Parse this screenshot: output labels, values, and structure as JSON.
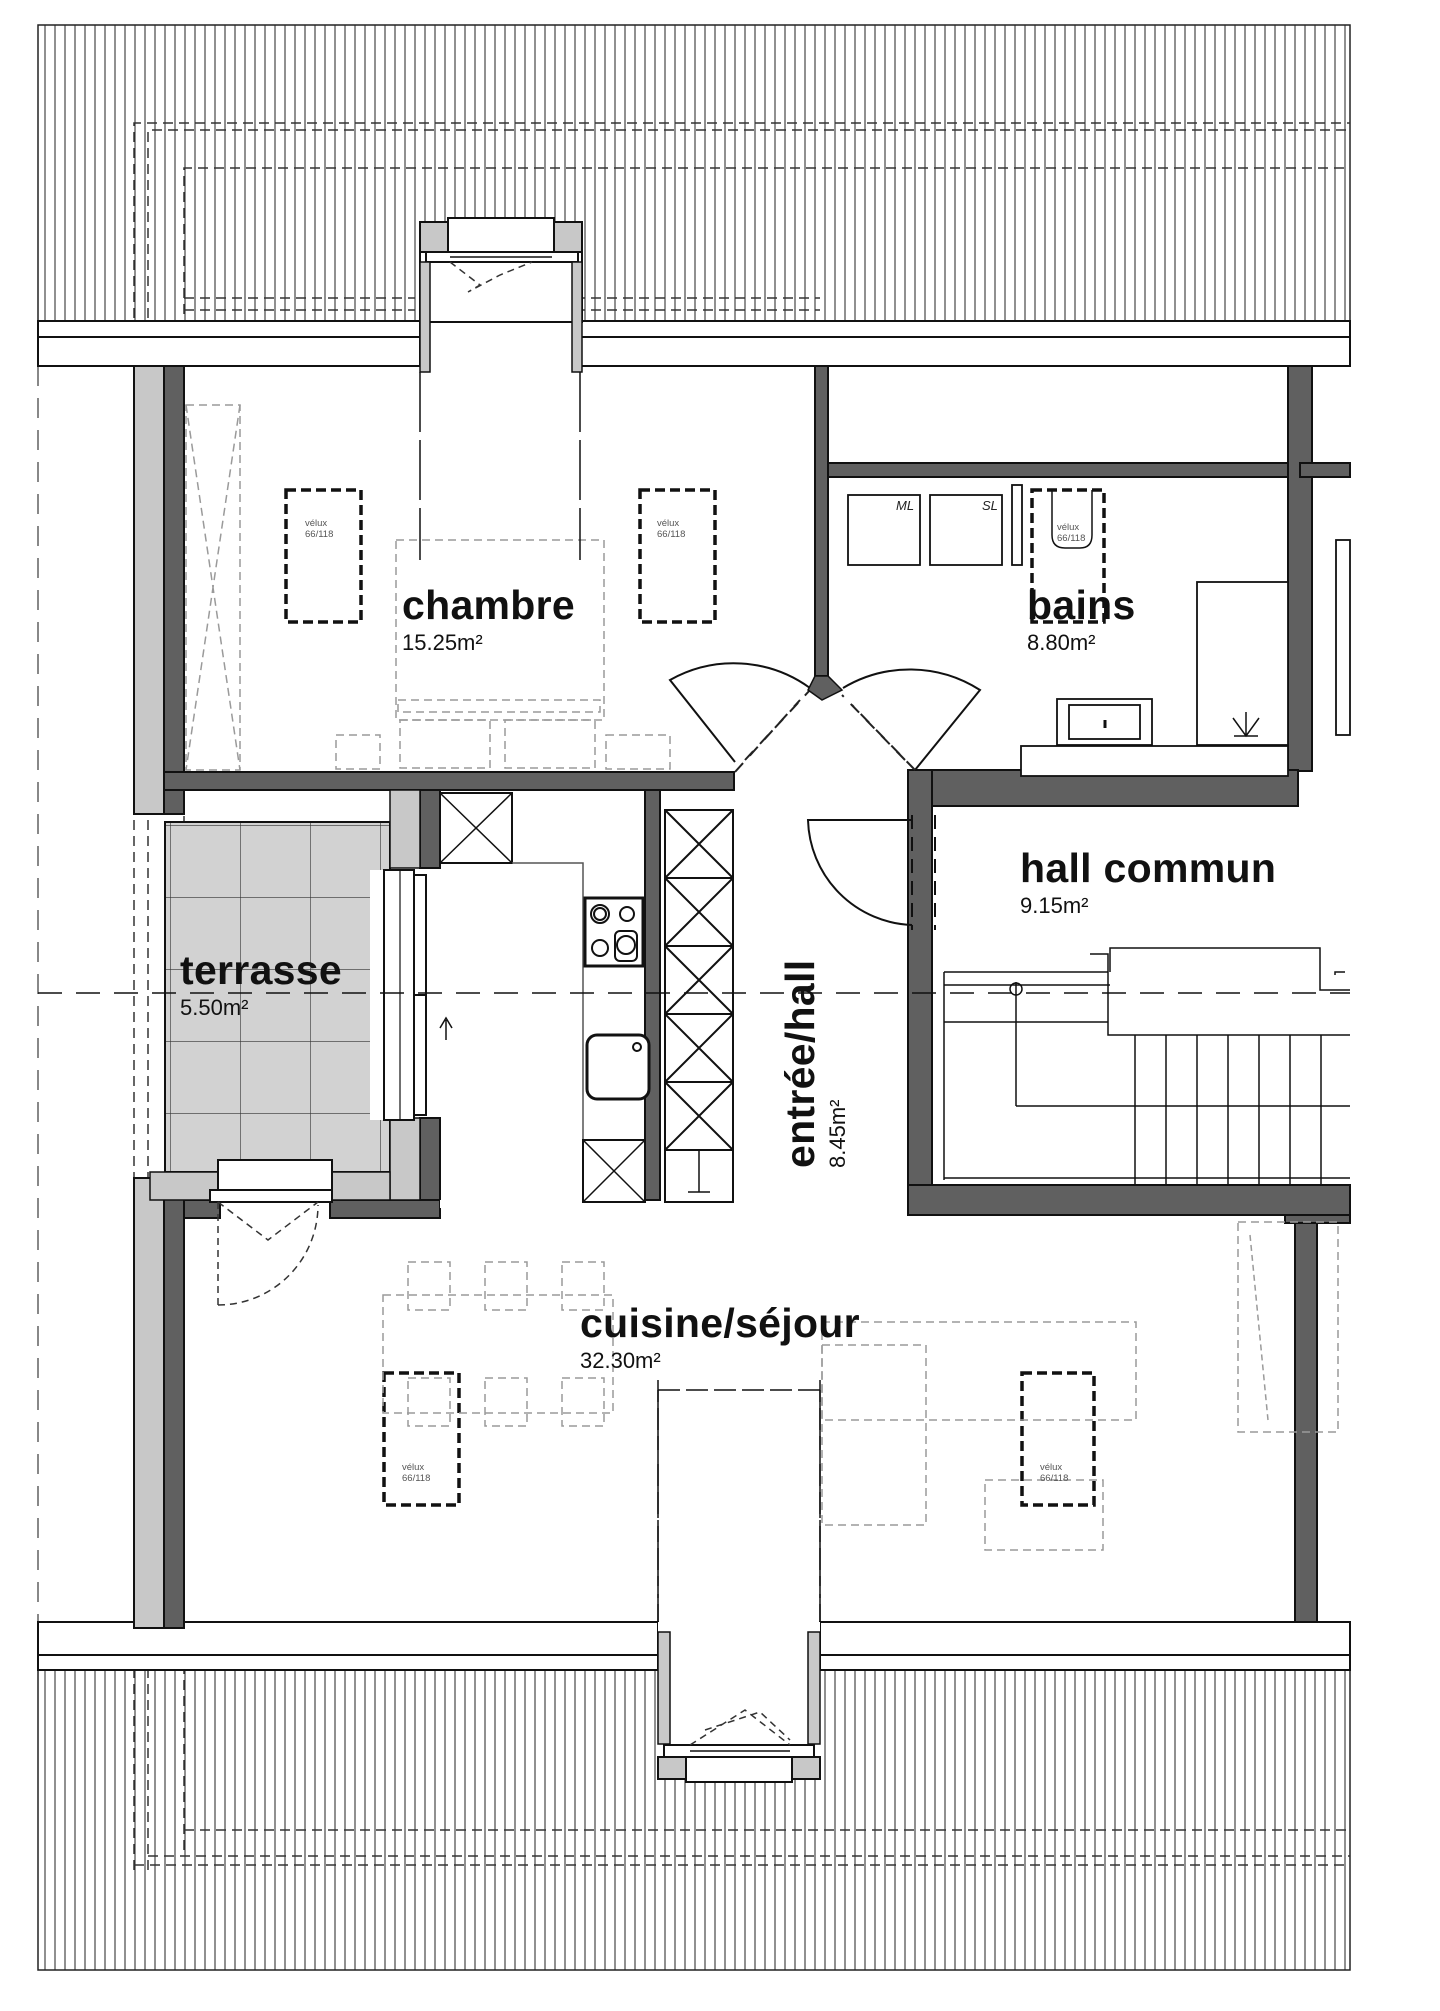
{
  "plan": {
    "type": "architectural floor plan (attic apartment)",
    "colors": {
      "wall_fill": "#606060",
      "insulation_fill": "#c8c8c8",
      "terrace_fill": "#d2d2d2",
      "line": "#111111",
      "furniture_dashed": "#9a9a9a",
      "background": "#ffffff"
    },
    "rooms": [
      {
        "id": "chambre",
        "name": "chambre",
        "area": "15.25m²"
      },
      {
        "id": "bains",
        "name": "bains",
        "area": "8.80m²"
      },
      {
        "id": "hall-commun",
        "name": "hall commun",
        "area": "9.15m²"
      },
      {
        "id": "terrasse",
        "name": "terrasse",
        "area": "5.50m²"
      },
      {
        "id": "entree-hall",
        "name": "entrée/hall",
        "area": "8.45m²"
      },
      {
        "id": "cuisine-sejour",
        "name": "cuisine/séjour",
        "area": "32.30m²"
      }
    ],
    "skylights": [
      {
        "room": "chambre",
        "label_line1": "vélux",
        "label_line2": "66/118"
      },
      {
        "room": "chambre",
        "label_line1": "vélux",
        "label_line2": "66/118"
      },
      {
        "room": "bains",
        "label_line1": "vélux",
        "label_line2": "66/118"
      },
      {
        "room": "cuisine/séjour",
        "label_line1": "vélux",
        "label_line2": "66/118"
      },
      {
        "room": "cuisine/séjour",
        "label_line1": "vélux",
        "label_line2": "66/118"
      }
    ],
    "fixtures": {
      "washing_machine": "ML",
      "dryer": "SL"
    }
  }
}
